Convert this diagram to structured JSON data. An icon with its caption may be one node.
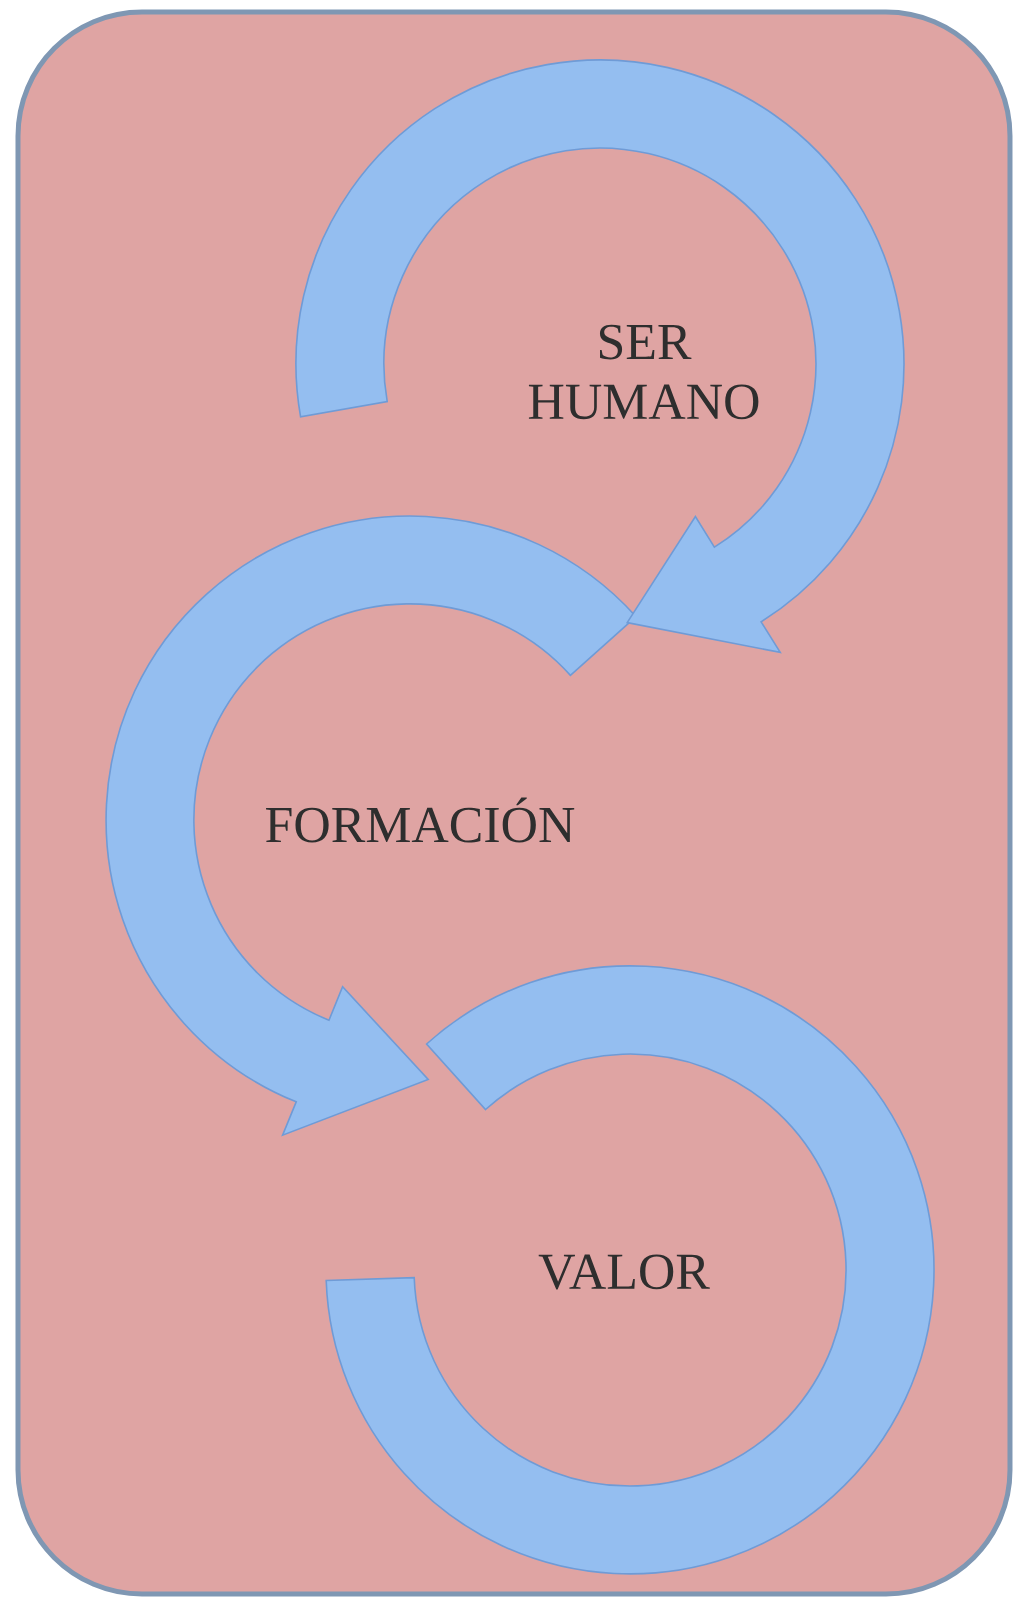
{
  "diagram": {
    "labels": [
      "SER HUMANO",
      "FORMACIÓN",
      "VALOR"
    ]
  }
}
